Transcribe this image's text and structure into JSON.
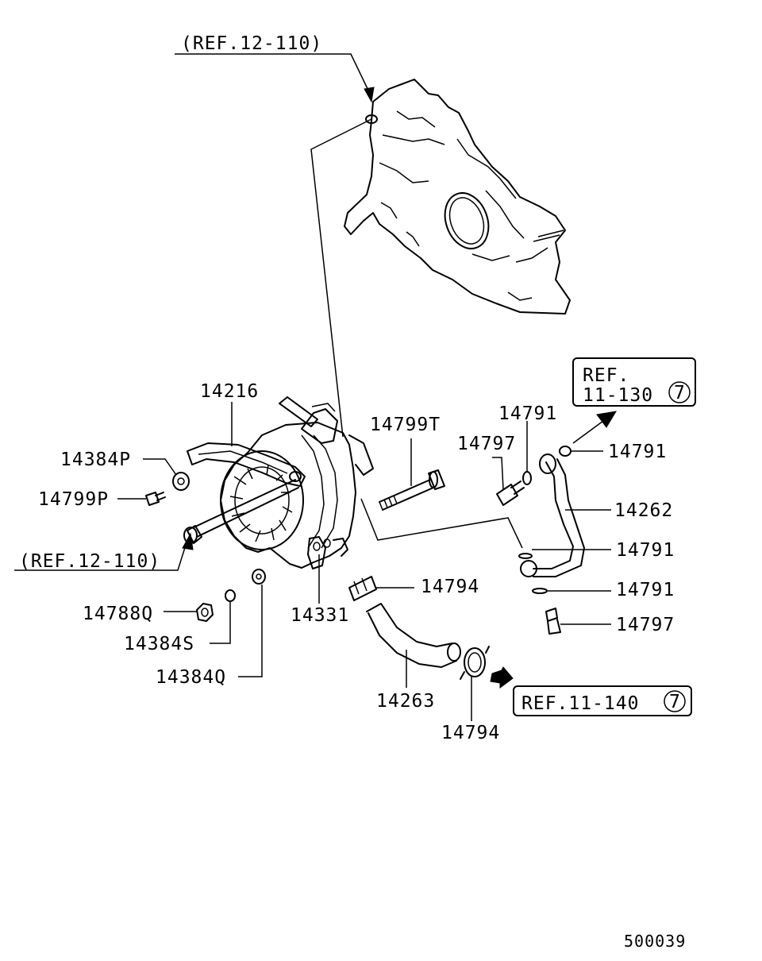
{
  "refs": {
    "top": "(REF.12-110)",
    "left": "(REF.12-110)",
    "box1_line1": "REF.",
    "box1_line2": "11-130",
    "box1_circle": "7",
    "box2": "REF.11-140",
    "box2_circle": "7"
  },
  "labels": {
    "p14216": "14216",
    "p14384P": "14384P",
    "p14799P": "14799P",
    "p14799T": "14799T",
    "p14791_a": "14791",
    "p14797_a": "14797",
    "p14791_b": "14791",
    "p14262": "14262",
    "p14791_c": "14791",
    "p14791_d": "14791",
    "p14797_b": "14797",
    "p14794_a": "14794",
    "p14331": "14331",
    "p14788Q": "14788Q",
    "p14384S": "14384S",
    "p14384Q": "14384Q",
    "p14263": "14263",
    "p14794_b": "14794"
  },
  "footer": {
    "code": "500039"
  }
}
